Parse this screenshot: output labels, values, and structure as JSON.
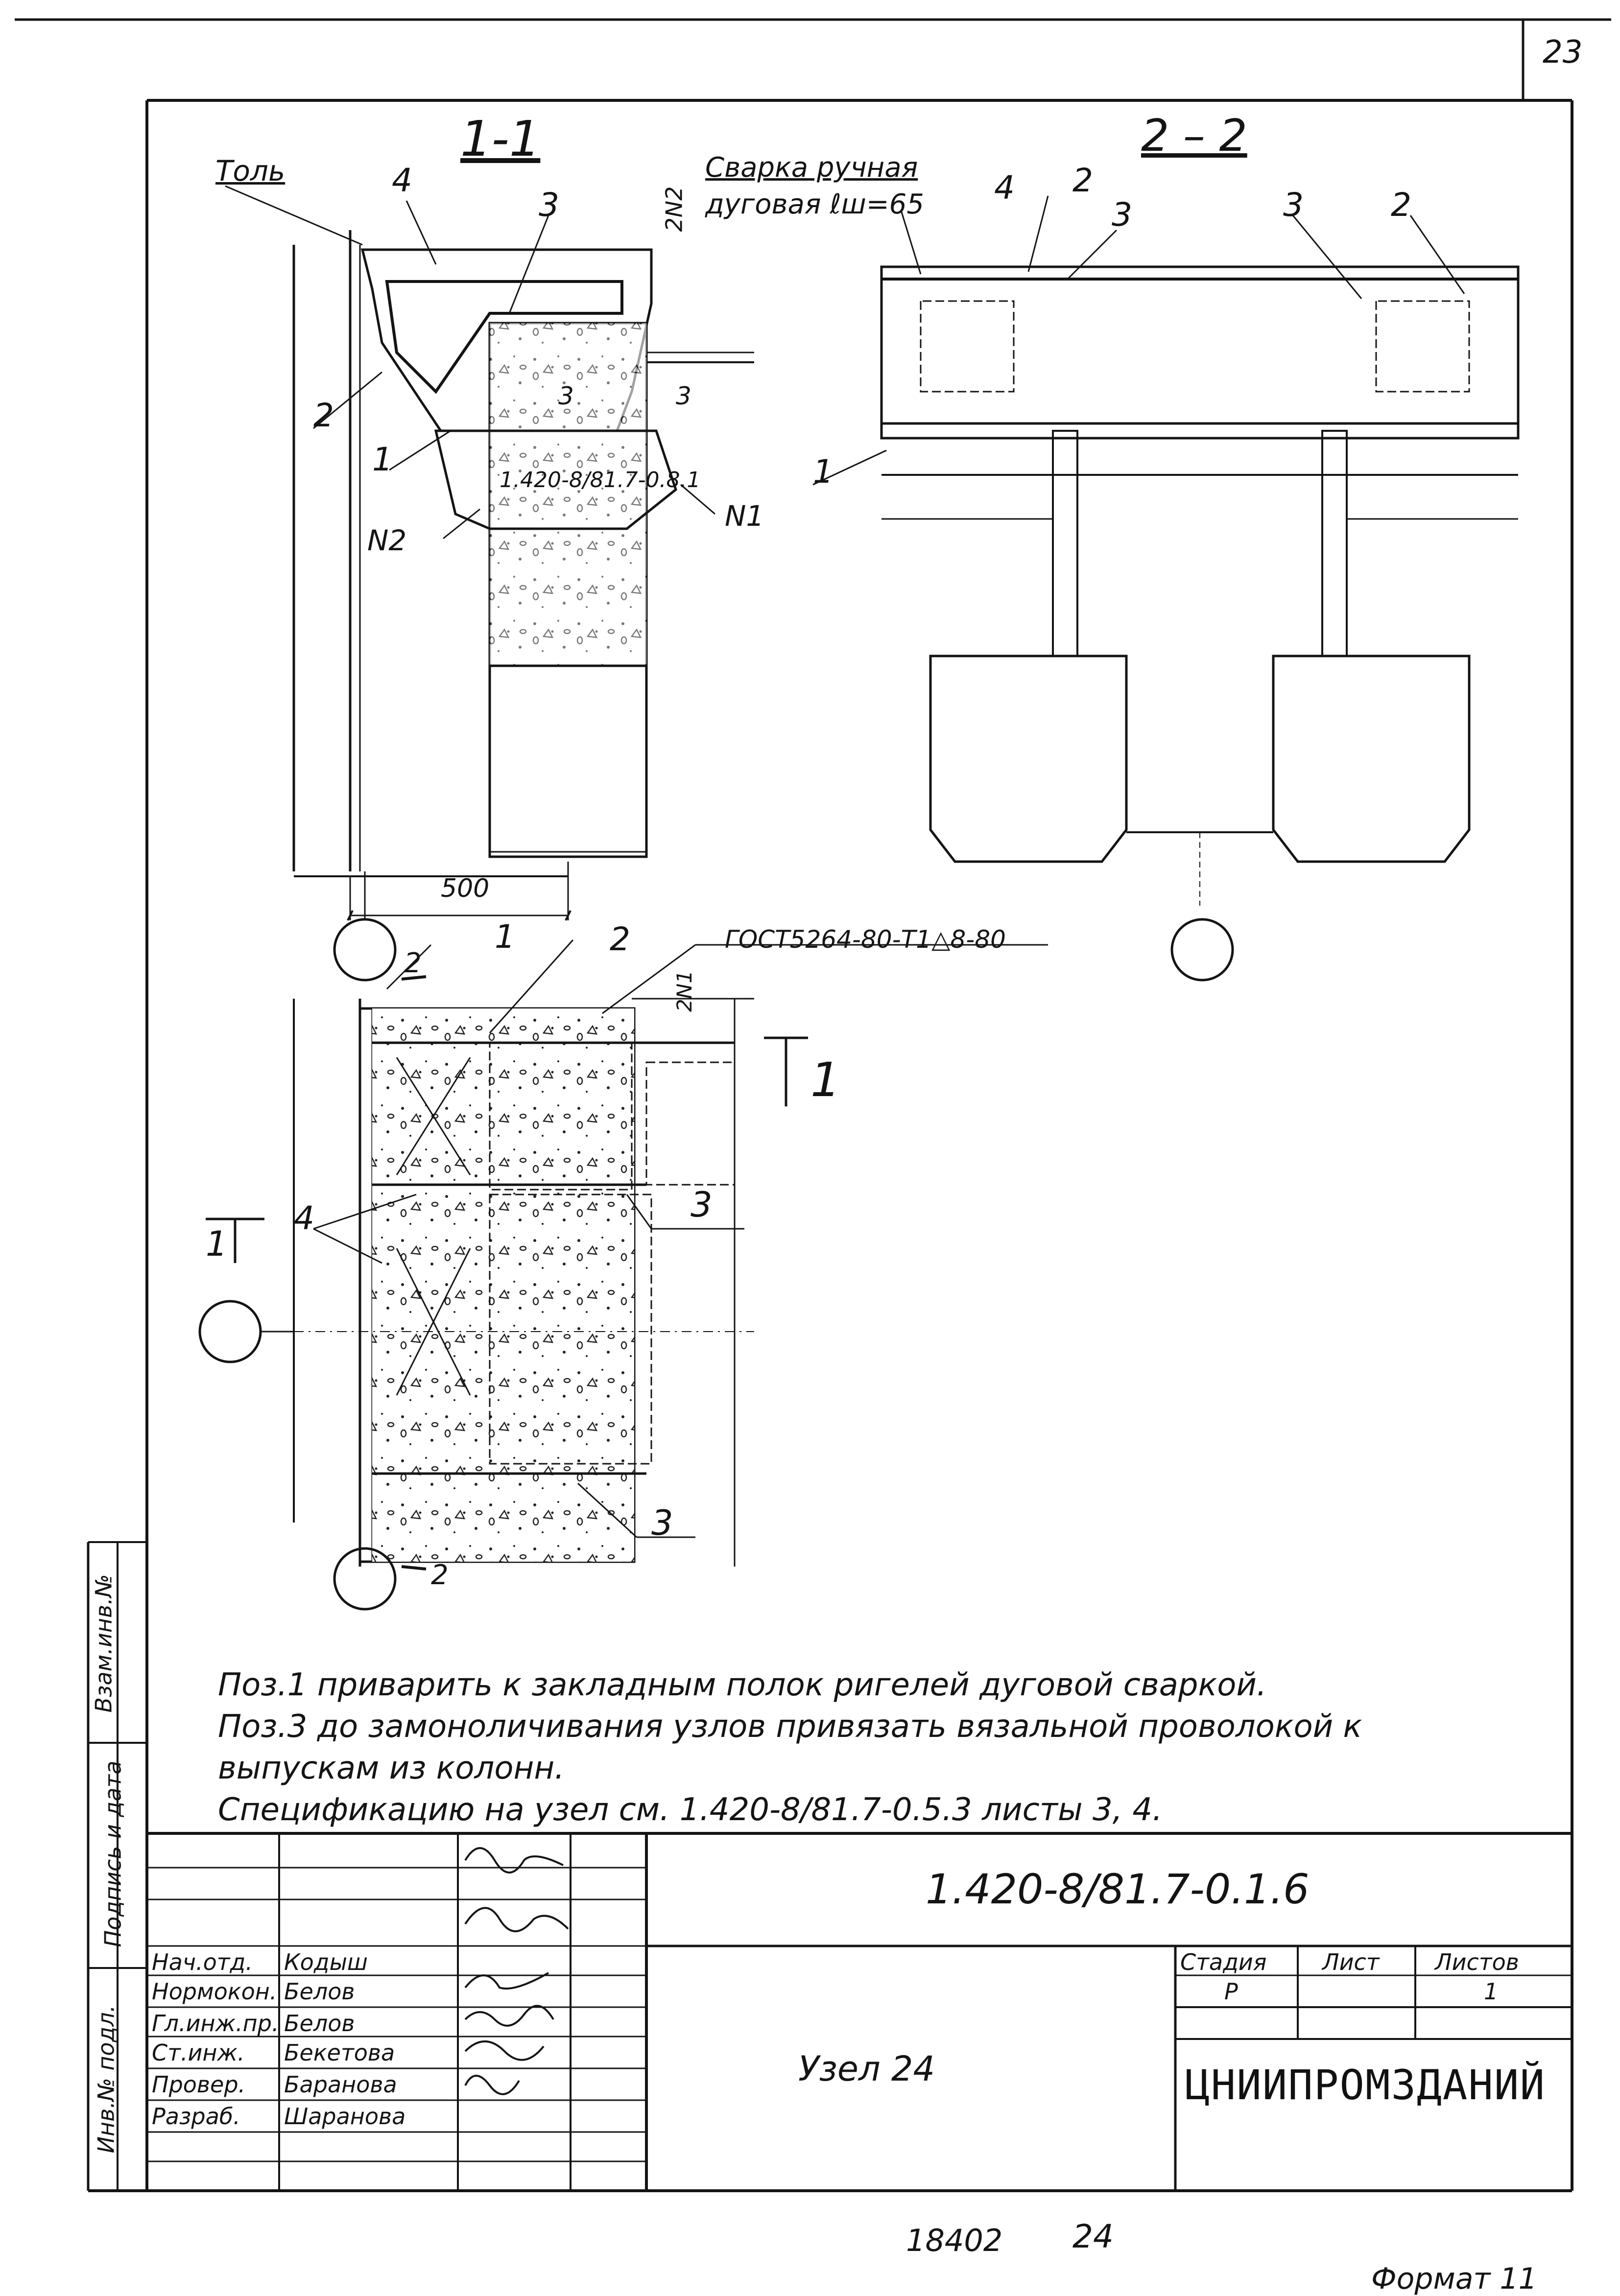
{
  "sheet": {
    "page_number": "23",
    "format": "Формат 11",
    "bottom_codes": [
      "18402",
      "24"
    ]
  },
  "views": {
    "section_1_1": {
      "title": "1-1",
      "label_tol": "Толь",
      "weld_note_line1": "Сварка ручная",
      "weld_note_line2": "дуговая ℓш=65",
      "label_2n2": "2N2",
      "label_n1": "N1",
      "label_n2": "N2",
      "column_mark": "1.420-8/81.7-0.8.1",
      "dimension": "500",
      "positions": [
        "1",
        "2",
        "3",
        "4"
      ],
      "cut_marks": [
        "3",
        "3"
      ]
    },
    "section_2_2": {
      "title": "2 – 2",
      "positions": [
        "1",
        "2",
        "2",
        "3",
        "3",
        "4"
      ]
    },
    "plan": {
      "gost_note": "ГОСТ5264-80-Т1△8-80",
      "label_2n1": "2N1",
      "cut_label_1": "1",
      "cut_label_2": "2",
      "positions": [
        "1",
        "2",
        "3",
        "3",
        "4"
      ]
    }
  },
  "notes": [
    "Поз.1 приварить к закладным полок ригелей дуговой сваркой.",
    "Поз.3 до замоноличивания узлов привязать вязальной проволокой к",
    "выпускам из колонн.",
    "Спецификацию на узел см. 1.420-8/81.7-0.5.3 листы 3, 4."
  ],
  "side_stamp": {
    "cells": [
      "Взам.инв.№",
      "Подпись и дата",
      "Инв.№ подл."
    ]
  },
  "title_block": {
    "doc_code": "1.420-8/81.7-0.1.6",
    "node_name": "Узел 24",
    "stage_header": "Стадия",
    "sheet_header": "Лист",
    "sheets_header": "Листов",
    "stage_value": "Р",
    "sheet_value": "",
    "sheets_value": "1",
    "organization": "ЦНИИПРОМЗДАНИЙ",
    "roles": [
      {
        "role": "Нач.отд.",
        "name": "Кодыш"
      },
      {
        "role": "Нормокон.",
        "name": "Белов"
      },
      {
        "role": "Гл.инж.пр.",
        "name": "Белов"
      },
      {
        "role": "Ст.инж.",
        "name": "Бекетова"
      },
      {
        "role": "Провер.",
        "name": "Баранова"
      },
      {
        "role": "Разраб.",
        "name": "Шаранова"
      }
    ]
  }
}
